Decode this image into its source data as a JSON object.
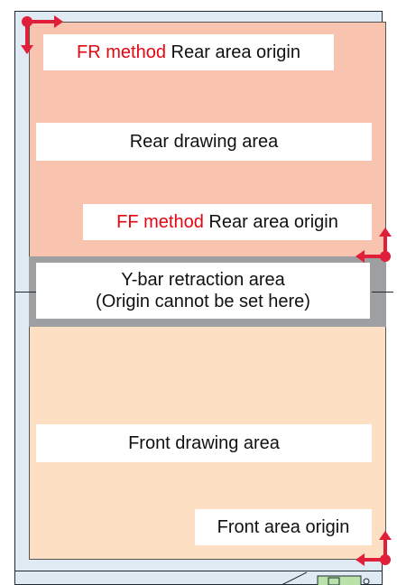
{
  "rear_origin_fr": {
    "method": "FR method",
    "text": " Rear area origin"
  },
  "rear_drawing_area": "Rear drawing area",
  "rear_origin_ff": {
    "method": "FF method",
    "text": " Rear area origin"
  },
  "ybar_area": {
    "line1": "Y-bar retraction area",
    "line2": "(Origin cannot be set here)"
  },
  "front_drawing_area": "Front drawing area",
  "front_origin": "Front area origin",
  "colors": {
    "rear_area": "#f8c4b0",
    "front_area": "#fde0c4",
    "ybar_area": "#9d9fa1",
    "origin_marker": "#e0203a",
    "highlight_text": "#e30613",
    "frame": "#dfeaf3"
  }
}
